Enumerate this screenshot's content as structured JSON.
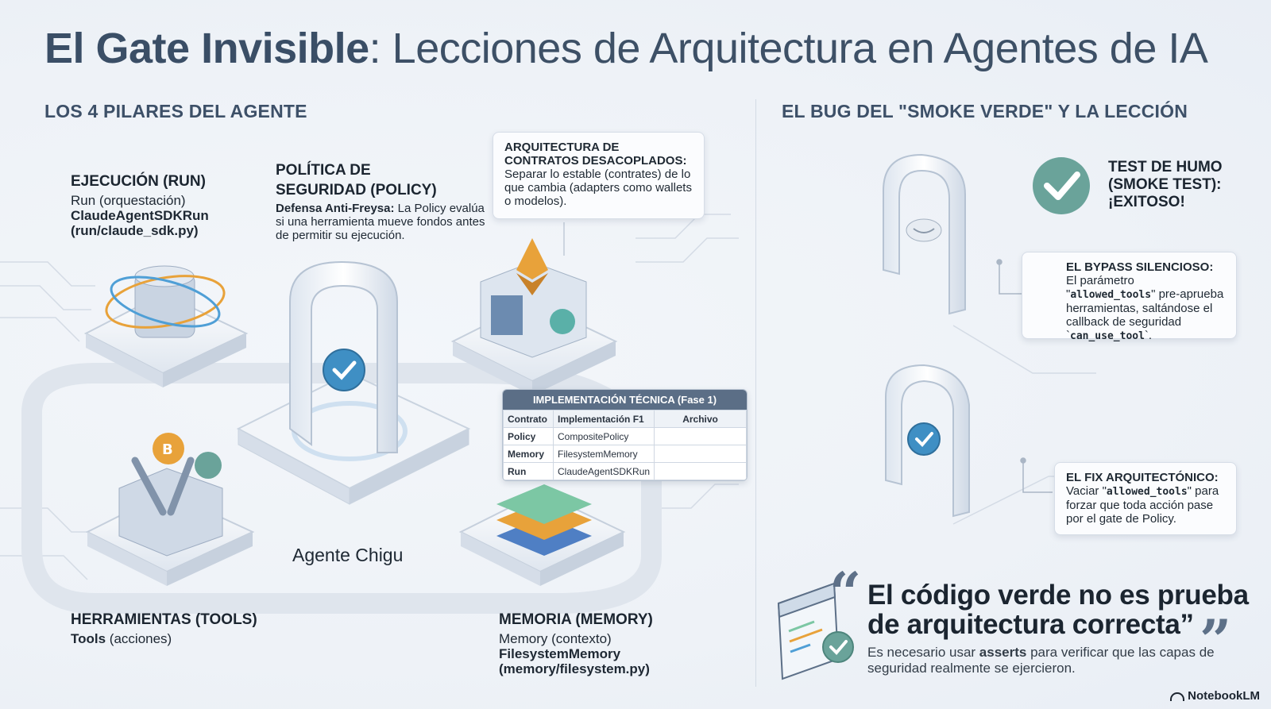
{
  "title": {
    "bold": "El Gate Invisible",
    "rest": ": Lecciones de Arquitectura en Agentes de IA"
  },
  "left_section": {
    "heading": "LOS 4 PILARES DEL AGENTE"
  },
  "right_section": {
    "heading": "EL BUG DEL \"SMOKE VERDE\" Y LA LECCIÓN"
  },
  "pillars": {
    "run": {
      "heading": "EJECUCIÓN (RUN)",
      "line1": "Run (orquestación)",
      "line2": "ClaudeAgentSDKRun",
      "line3": "(run/claude_sdk.py)"
    },
    "policy": {
      "heading_1": "POLÍTICA DE",
      "heading_2": "SEGURIDAD (POLICY)",
      "label": "Defensa Anti-Freysa:",
      "text": " La Policy evalúa si una herramienta mueve fondos antes de permitir su ejecución."
    },
    "tools": {
      "heading": "HERRAMIENTAS (TOOLS)",
      "bold": "Tools",
      "rest": " (acciones)"
    },
    "memory": {
      "heading": "MEMORIA (MEMORY)",
      "line1": "Memory (contexto)",
      "line2": "FilesystemMemory",
      "line3": "(memory/filesystem.py)"
    }
  },
  "contracts_callout": {
    "label": "ARQUITECTURA DE CONTRATOS DESACOPLADOS:",
    "text": " Separar lo estable (contrates) de lo que cambia (adapters como wallets o modelos)."
  },
  "agent_label": "Agente Chigu",
  "impl_table": {
    "title": "IMPLEMENTACIÓN TÉCNICA (Fase 1)",
    "headers": [
      "Contrato",
      "Implementación F1",
      "Archivo"
    ],
    "rows": [
      [
        "Policy",
        "CompositePolicy",
        ""
      ],
      [
        "Memory",
        "FilesystemMemory",
        ""
      ],
      [
        "Run",
        "ClaudeAgentSDKRun",
        ""
      ]
    ]
  },
  "smoke_test": {
    "line1": "TEST DE HUMO",
    "line2": "(SMOKE TEST):",
    "line3": "¡EXITOSO!"
  },
  "bypass": {
    "label": "EL BYPASS SILENCIOSO:",
    "t1": "El parámetro \"",
    "code1": "allowed_tools",
    "t2": "\" pre-aprueba herramientas, saltándose el callback de seguridad `",
    "code2": "can_use_tool",
    "t3": "`."
  },
  "fix": {
    "label": "EL FIX ARQUITECTÓNICO:",
    "t1": "Vaciar \"",
    "code1": "allowed_tools",
    "t2": "\" para forzar que toda acción pase por el gate de Policy."
  },
  "quote": {
    "main": "El código verde no es prueba de arquitectura correcta”",
    "sub1": "Es necesario usar ",
    "sub_bold": "asserts",
    "sub2": " para verificar que las capas de seguridad realmente se ejercieron.",
    "open_mark": "“",
    "close_mark": "”"
  },
  "brand": "NotebookLM",
  "colors": {
    "accent": "#5b6e86",
    "check_green": "#6aa39a",
    "gate_blue": "#3f8fc4",
    "orange": "#e8a23a"
  }
}
